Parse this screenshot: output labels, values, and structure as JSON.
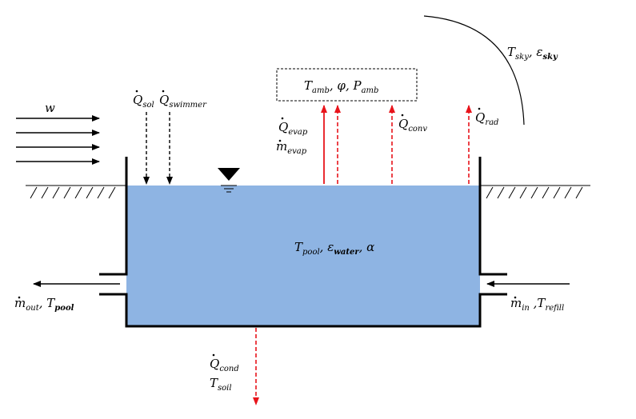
{
  "diagram": {
    "wind": {
      "symbol": "w"
    },
    "solar": {
      "base": "Q",
      "sub": "sol"
    },
    "swimmer": {
      "base": "Q",
      "sub": "swimmer"
    },
    "ambient": {
      "T": "T",
      "T_sub": "amb",
      "sep1": ", ",
      "phi": "φ",
      "sep2": ", ",
      "P": "P",
      "P_sub": "amb"
    },
    "sky": {
      "T": "T",
      "T_sub": "sky",
      "sep": ", ",
      "eps": "ε",
      "eps_sub": "sky"
    },
    "evap_heat": {
      "base": "Q",
      "sub": "evap"
    },
    "evap_mass": {
      "base": "m",
      "sub": "evap"
    },
    "conv": {
      "base": "Q",
      "sub": "conv"
    },
    "rad": {
      "base": "Q",
      "sub": "rad"
    },
    "pool": {
      "T": "T",
      "T_sub": "pool",
      "sep1": ", ",
      "eps": "ε",
      "eps_sub": "water",
      "sep2": ", ",
      "alpha": "α"
    },
    "outlet": {
      "m": "m",
      "m_sub": "out",
      "sep": ", ",
      "T": "T",
      "T_sub": "pool"
    },
    "inlet": {
      "m": "m",
      "m_sub": "in",
      "sep": " ,",
      "T": "T",
      "T_sub": "refill"
    },
    "cond": {
      "base": "Q",
      "sub": "cond"
    },
    "soil": {
      "T": "T",
      "T_sub": "soil"
    },
    "colors": {
      "water": "#8eb4e3",
      "flux": "#e8141b",
      "line": "#000000"
    }
  }
}
